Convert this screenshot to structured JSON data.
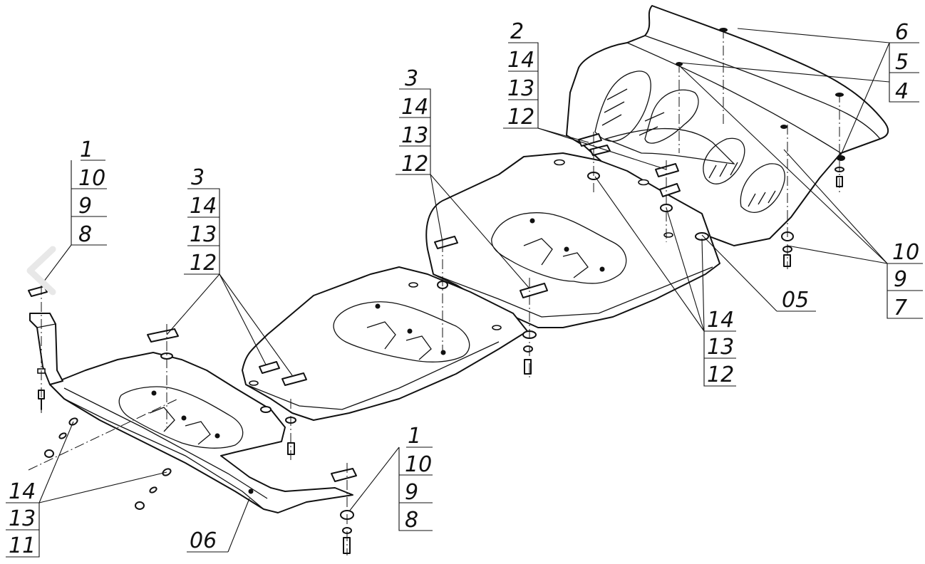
{
  "callouts": {
    "left_upper": [
      "1",
      "10",
      "9",
      "8"
    ],
    "left_mid": [
      "3",
      "14",
      "13",
      "12"
    ],
    "center": [
      "3",
      "14",
      "13",
      "12"
    ],
    "top_center": [
      "2",
      "14",
      "13",
      "12"
    ],
    "top_right": [
      "6",
      "5",
      "4"
    ],
    "right": [
      "10",
      "9",
      "7"
    ],
    "bottom_right_mid": [
      "14",
      "13",
      "12"
    ],
    "bottom_left": [
      "14",
      "13",
      "11"
    ],
    "bottom_center": [
      "1",
      "10",
      "9",
      "8"
    ]
  },
  "part_labels": {
    "p05": "05",
    "p06": "06"
  },
  "icons": {
    "nav": "chevron-left-icon"
  }
}
